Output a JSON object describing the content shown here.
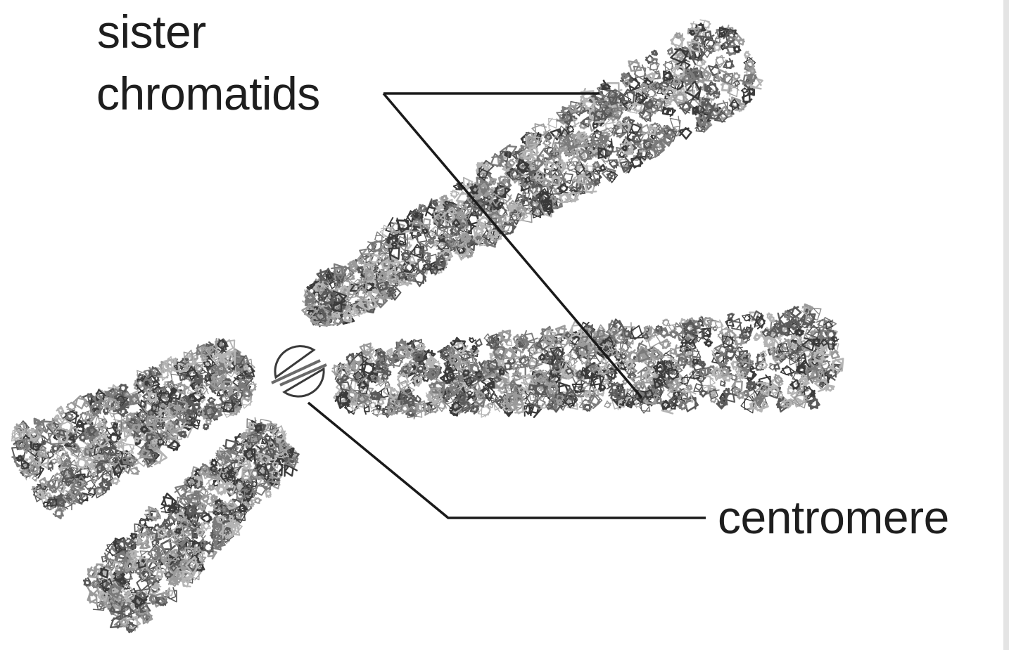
{
  "labels": {
    "sister_chromatids": [
      "sister",
      "chromatids"
    ],
    "centromere": "centromere"
  },
  "colors": {
    "background": "#ffffff",
    "text": "#1e1e1e",
    "leader_lines": "#1a1a1a",
    "chromatin_strands": [
      "#3a3a3a",
      "#5a5a5a",
      "#7a7a7a",
      "#9a9a9a",
      "#b4b4b4"
    ]
  }
}
